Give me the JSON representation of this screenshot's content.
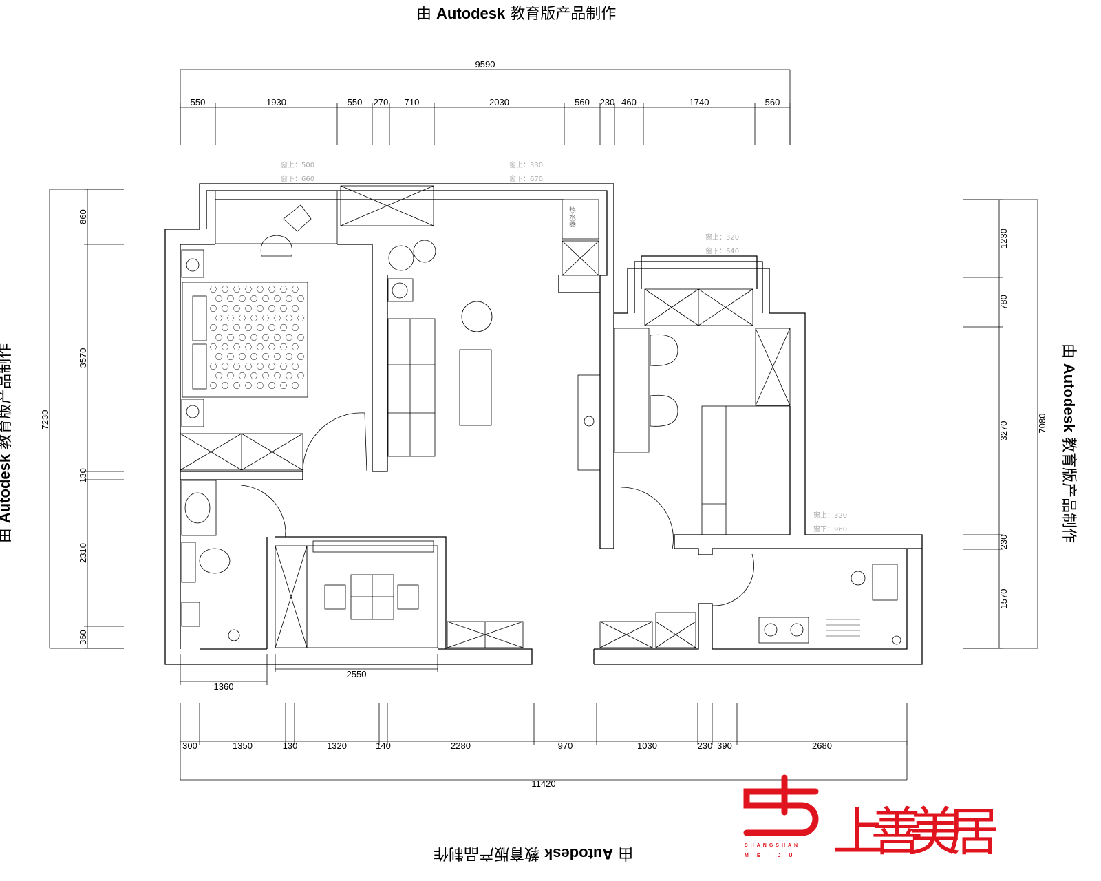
{
  "watermark": {
    "prefix": "由",
    "brand": "Autodesk",
    "suffix": "教育版产品制作"
  },
  "dimensions": {
    "top_total": "9590",
    "top": [
      "550",
      "1930",
      "550",
      "270",
      "710",
      "2030",
      "560",
      "230",
      "460",
      "1740",
      "560"
    ],
    "bottom_total": "11420",
    "bottom": [
      "300",
      "1350",
      "130",
      "1320",
      "140",
      "2280",
      "970",
      "1030",
      "230",
      "390",
      "2680"
    ],
    "left_total": "7230",
    "left": [
      "860",
      "3570",
      "130",
      "2310",
      "360"
    ],
    "right_total": "7080",
    "right": [
      "1230",
      "780",
      "3270",
      "230",
      "1570"
    ],
    "inner": [
      "1360",
      "2550"
    ]
  },
  "window_notes": [
    {
      "upper": "窗上：500",
      "lower": "窗下：660"
    },
    {
      "upper": "窗上：330",
      "lower": "窗下：670"
    },
    {
      "upper": "窗上：320",
      "lower": "窗下：640"
    },
    {
      "upper": "窗上：320",
      "lower": "窗下：960"
    }
  ],
  "fixture_label": "热水器",
  "logo": {
    "name": "上善美居",
    "sub1": "SHANGSHAN",
    "sub2": "MEIJU",
    "color": "#e0141e"
  }
}
